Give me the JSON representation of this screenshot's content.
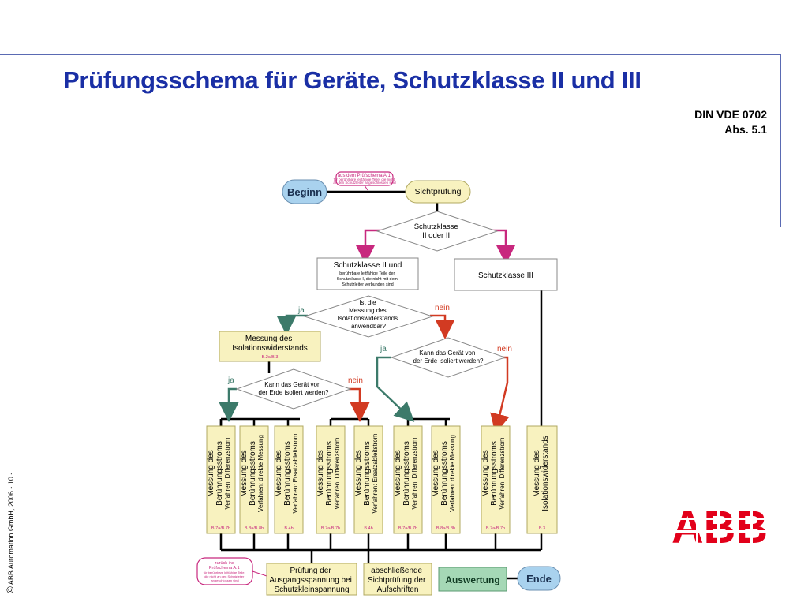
{
  "slide": {
    "title": "Prüfungsschema für Geräte, Schutzklasse II und III",
    "standard_line1": "DIN VDE 0702",
    "standard_line2": "Abs. 5.1",
    "footer": "ABB Automation GmbH,  2006  - 10 -",
    "copyright_symbol": "©",
    "logo_text": "ABB",
    "logo_color": "#e2001a",
    "title_color": "#1a2fa5"
  },
  "flow": {
    "note_top": [
      "aus dem Prüfschema A.1",
      "für berührbare leitfähige Teile, die nicht",
      "an den Schutzleiter angeschlossen sind"
    ],
    "start": "Beginn",
    "visual_check": "Sichtprüfung",
    "decision_class": [
      "Schutzklasse",
      "II oder III"
    ],
    "box_class2_title": "Schutzklasse II und",
    "box_class2_sub": [
      "berührbare leitfähige Teile der",
      "Schutzklasse I, die nicht mit dem",
      "Schutzleiter verbunden sind"
    ],
    "box_class3": "Schutzklasse III",
    "decision_insulation": [
      "Ist die",
      "Messung des",
      "Isolationswiderstands",
      "anwendbar?"
    ],
    "yes": "ja",
    "no": "nein",
    "box_insulation": [
      "Messung des",
      "Isolationswiderstands"
    ],
    "box_insulation_ref": "B.2c/B.3",
    "decision_earth": [
      "Kann das Gerät von",
      "der Erde isoliert werden?"
    ],
    "columns": [
      {
        "lines": [
          "Messung des",
          "Berührungsstroms"
        ],
        "method": "Verfahren: Differenzstrom",
        "ref": "B.7a/B.7b"
      },
      {
        "lines": [
          "Messung des",
          "Berührungsstroms"
        ],
        "method": "Verfahren: direkte Messung",
        "ref": "B.8a/B.8b"
      },
      {
        "lines": [
          "Messung des",
          "Berührungsstroms"
        ],
        "method": "Verfahren: Ersatzableitstrom",
        "ref": "B.4b"
      },
      {
        "lines": [
          "Messung des",
          "Berührungsstroms"
        ],
        "method": "Verfahren: Differenzstrom",
        "ref": "B.7a/B.7b"
      },
      {
        "lines": [
          "Messung des",
          "Berührungsstroms"
        ],
        "method": "Verfahren: Ersatzableitstrom",
        "ref": "B.4b"
      },
      {
        "lines": [
          "Messung des",
          "Berührungsstroms"
        ],
        "method": "Verfahren: Differenzstrom",
        "ref": "B.7a/B.7b"
      },
      {
        "lines": [
          "Messung des",
          "Berührungsstroms"
        ],
        "method": "Verfahren: direkte Messung",
        "ref": "B.8a/B.8b"
      },
      {
        "lines": [
          "Messung des",
          "Berührungsstroms"
        ],
        "method": "Verfahren: Differenzstrom",
        "ref": "B.7a/B.7b"
      },
      {
        "lines": [
          "Messung des",
          "Isolationswiderstands"
        ],
        "method": "",
        "ref": "B.3"
      }
    ],
    "note_bottom": [
      "zurück ins",
      "Prüfschema A.1",
      "für berührbare leitfähige Teile,",
      "die nicht an den Schutzleiter",
      "angeschlossen sind"
    ],
    "box_output_voltage": [
      "Prüfung der",
      "Ausgangsspannung bei",
      "Schutzkleinspannung"
    ],
    "box_final_check": [
      "abschließende",
      "Sichtprüfung der",
      "Aufschriften"
    ],
    "evaluation": "Auswertung",
    "end": "Ende"
  }
}
